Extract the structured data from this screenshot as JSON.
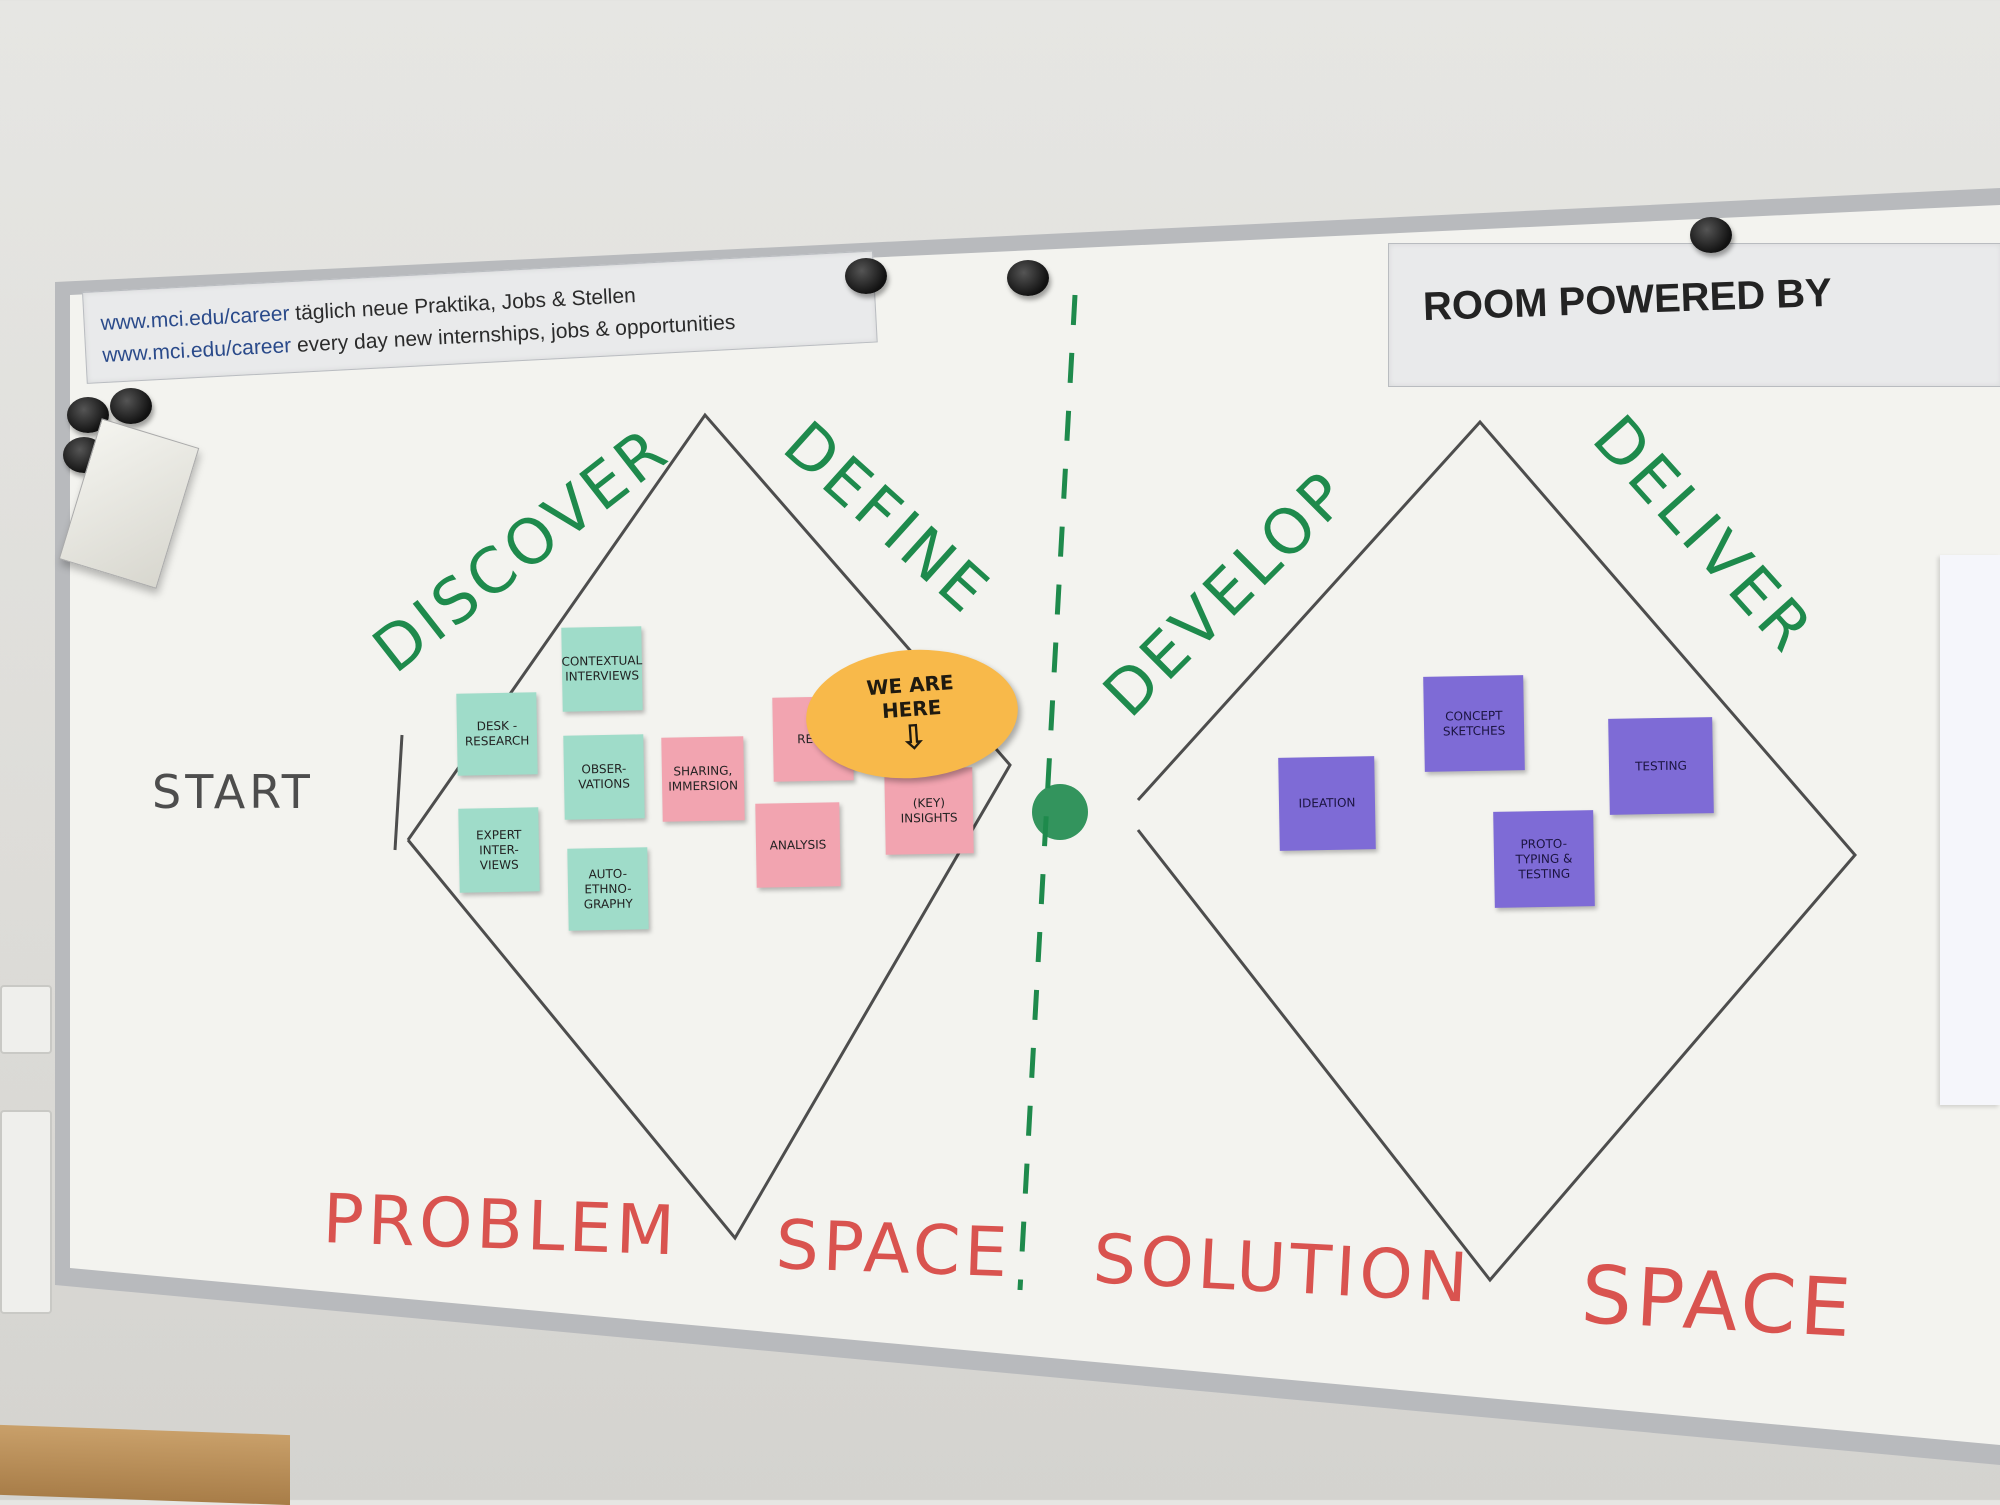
{
  "banner_left": {
    "line1_url": "www.mci.edu/career",
    "line1_text": " täglich neue Praktika, Jobs & Stellen",
    "line2_url": "www.mci.edu/career",
    "line2_text": " every day new internships, jobs & opportunities"
  },
  "banner_right": {
    "text": "ROOM POWERED BY"
  },
  "board": {
    "start_label": "START",
    "phases": [
      "DISCOVER",
      "DEFINE",
      "DEVELOP",
      "DELIVER"
    ],
    "spaces": [
      "PROBLEM",
      "SPACE",
      "SOLUTION",
      "SPACE"
    ]
  },
  "sticky_notes": {
    "teal": [
      "Desk -Research",
      "Contextual Interviews",
      "Obser- vations",
      "Expert Inter- views",
      "Auto- Ethno- graphy"
    ],
    "pink": [
      "Sharing, Immersion",
      "Re W",
      "Analysis",
      "(Key) Insights"
    ],
    "purple": [
      "Ideation",
      "Concept Sketches",
      "Testing",
      "Proto- typing & Testing"
    ]
  },
  "callout": {
    "line1": "We are",
    "line2": "here"
  },
  "colors": {
    "marker_gray": "#4d4d4d",
    "marker_green": "#1e8a4c",
    "marker_red": "#d9534f",
    "note_teal": "#9fdcc9",
    "note_pink": "#f2a4b0",
    "note_purple": "#7e6bd6",
    "callout_orange": "#f8b94a"
  }
}
